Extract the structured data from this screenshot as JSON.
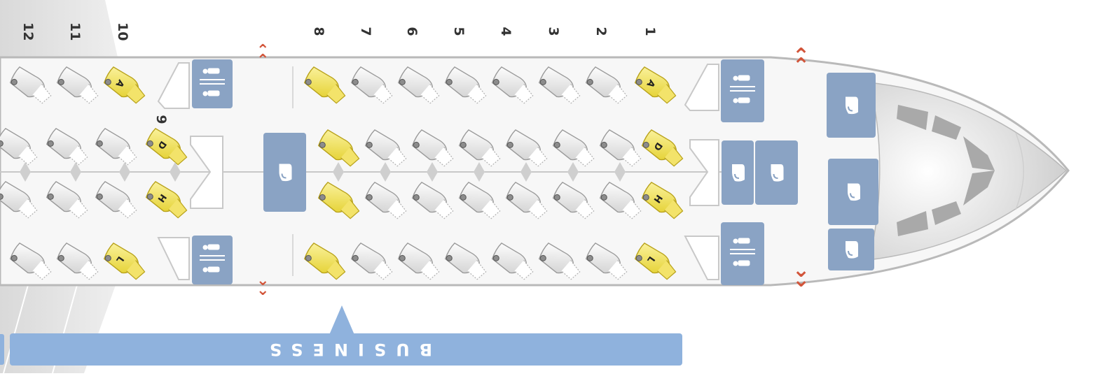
{
  "section": {
    "label": "BUSINESS"
  },
  "rows_left": [
    "12",
    "11",
    "10"
  ],
  "rows_right": [
    "8",
    "7",
    "6",
    "5",
    "4",
    "3",
    "2",
    "1"
  ],
  "extra_row_label": "9",
  "seat_letters": {
    "A": "A",
    "D": "D",
    "H": "H",
    "L": "L"
  },
  "colors": {
    "fuselage_fill": "#f7f7f7",
    "fuselage_stroke": "#b9b9b9",
    "seat_normal": "#e6e6e6",
    "seat_highlight": "#efe45a",
    "amenity_blue": "#8aa3c4",
    "section_blue": "#8fb2dd",
    "exit_red": "#d2553a"
  },
  "icons": {
    "lavatory": "lavatory-icon",
    "galley": "galley-icon",
    "exit": "exit-arrow-icon",
    "cockpit": "cockpit-icon"
  }
}
